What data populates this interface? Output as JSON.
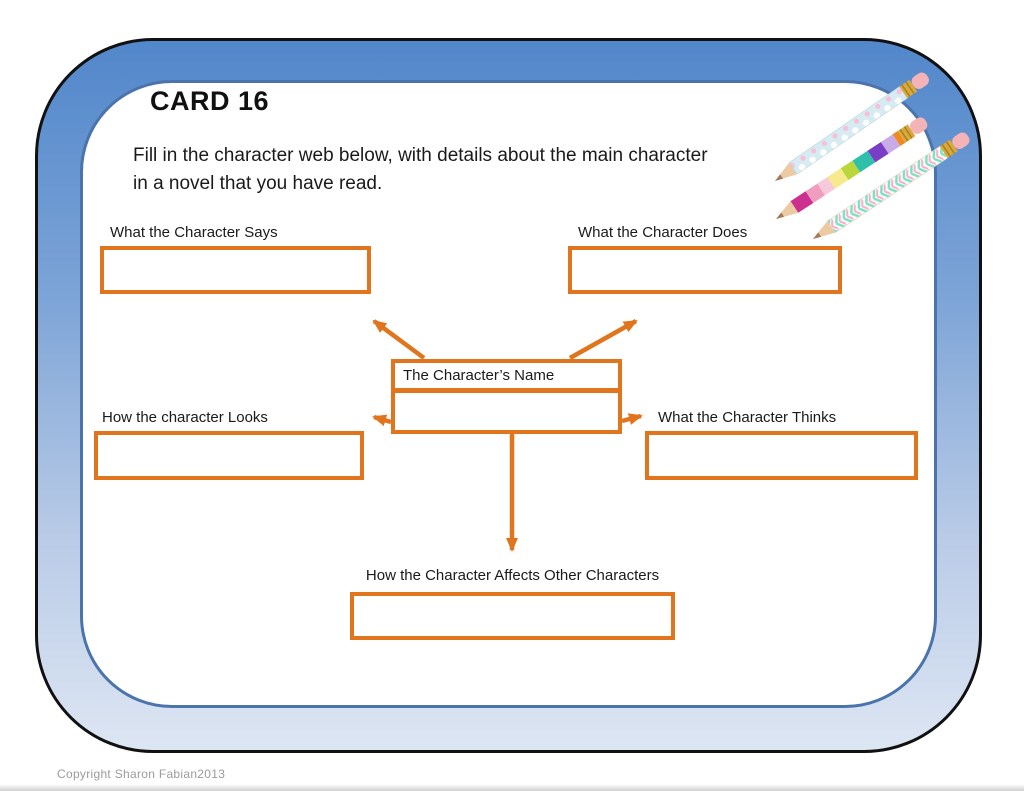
{
  "card": {
    "title": "CARD 16",
    "instructions_line1": "Fill in the character web below, with details about the main character",
    "instructions_line2": "in a novel that you have read.",
    "copyright": "Copyright Sharon Fabian2013"
  },
  "web": {
    "center": {
      "label": "The Character’s Name",
      "value": ""
    },
    "nodes": {
      "says": {
        "label": "What the Character Says",
        "value": ""
      },
      "does": {
        "label": "What the Character Does",
        "value": ""
      },
      "looks": {
        "label": "How the character Looks",
        "value": ""
      },
      "thinks": {
        "label": "What the Character Thinks",
        "value": ""
      },
      "affects": {
        "label": "How the Character Affects Other Characters",
        "value": ""
      }
    }
  },
  "decorations": {
    "icons": [
      "pencil-polka-dot-icon",
      "pencil-color-block-icon",
      "pencil-chevron-icon"
    ]
  },
  "colors": {
    "accent_orange": "#E0751E",
    "frame_blue_top": "#5287CB",
    "frame_blue_bottom": "#DDE6F3",
    "inner_border_blue": "#4A74AB",
    "outer_border_black": "#111111"
  }
}
